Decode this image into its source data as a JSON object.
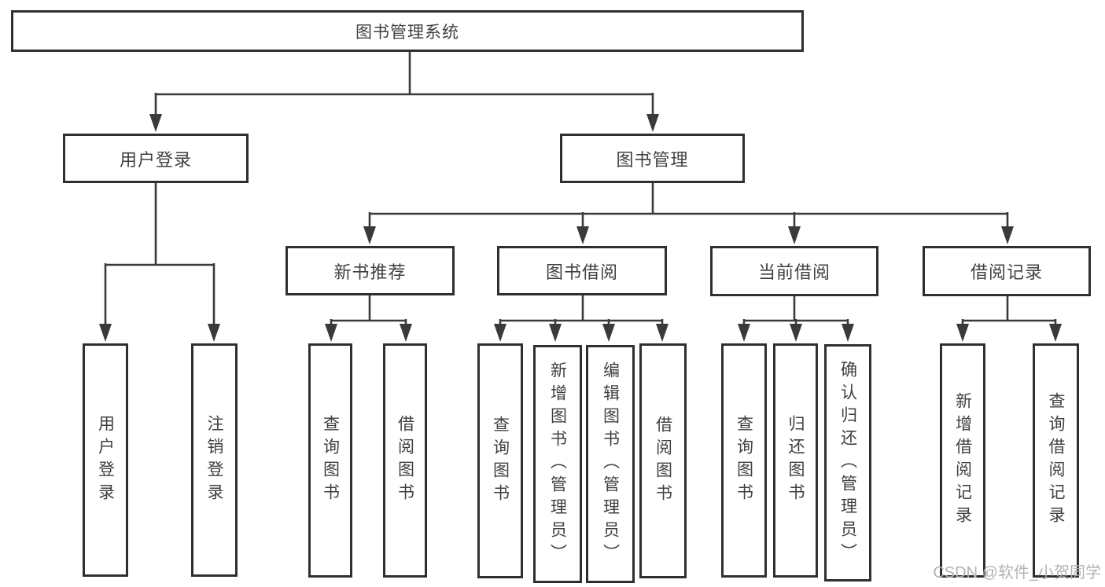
{
  "watermark": "CSDN @软件_小贺同学",
  "colors": {
    "background": "#ffffff",
    "line": "#3a3a3a",
    "box_border": "#2f2f2f",
    "box_fill": "#ffffff",
    "text": "#404040",
    "watermark": "#b3b3b3"
  },
  "tree": {
    "label": "图书管理系统",
    "children": [
      {
        "label": "用户登录",
        "children": [
          {
            "label": "用户登录"
          },
          {
            "label": "注销登录"
          }
        ]
      },
      {
        "label": "图书管理",
        "children": [
          {
            "label": "新书推荐",
            "children": [
              {
                "label": "查询图书"
              },
              {
                "label": "借阅图书"
              }
            ]
          },
          {
            "label": "图书借阅",
            "children": [
              {
                "label": "查询图书"
              },
              {
                "label": "新增图书（管理员）"
              },
              {
                "label": "编辑图书（管理员）"
              },
              {
                "label": "借阅图书"
              }
            ]
          },
          {
            "label": "当前借阅",
            "children": [
              {
                "label": "查询图书"
              },
              {
                "label": "归还图书"
              },
              {
                "label": "确认归还（管理员）"
              }
            ]
          },
          {
            "label": "借阅记录",
            "children": [
              {
                "label": "新增借阅记录"
              },
              {
                "label": "查询借阅记录"
              }
            ]
          }
        ]
      }
    ]
  }
}
